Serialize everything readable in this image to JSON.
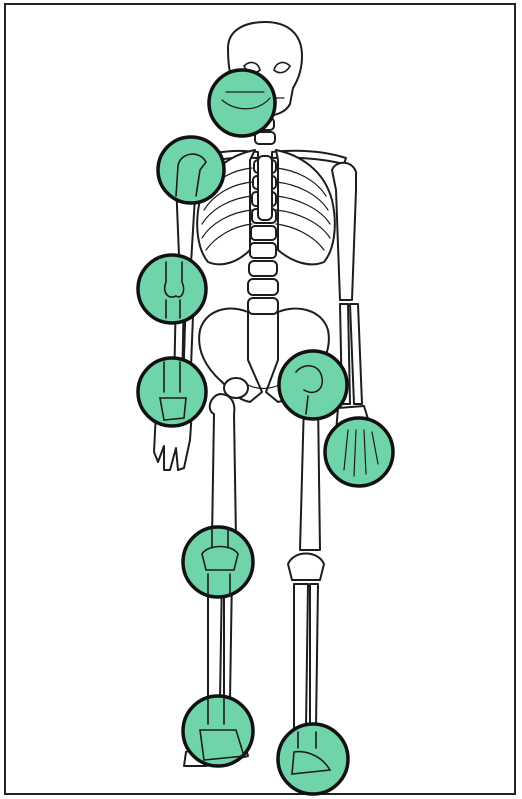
{
  "figure": {
    "subject": "skeleton-front-view",
    "colors": {
      "joint_fill": "#6fd4aa",
      "joint_stroke": "#111111",
      "bone_stroke": "#1d1d1d",
      "background": "#ffffff"
    }
  },
  "joints": [
    {
      "name": "jaw",
      "side": "right"
    },
    {
      "name": "shoulder",
      "side": "right"
    },
    {
      "name": "elbow",
      "side": "right"
    },
    {
      "name": "wrist",
      "side": "right"
    },
    {
      "name": "hip",
      "side": "left"
    },
    {
      "name": "hand",
      "side": "left"
    },
    {
      "name": "knee",
      "side": "right"
    },
    {
      "name": "ankle",
      "side": "right"
    },
    {
      "name": "foot",
      "side": "left"
    }
  ]
}
